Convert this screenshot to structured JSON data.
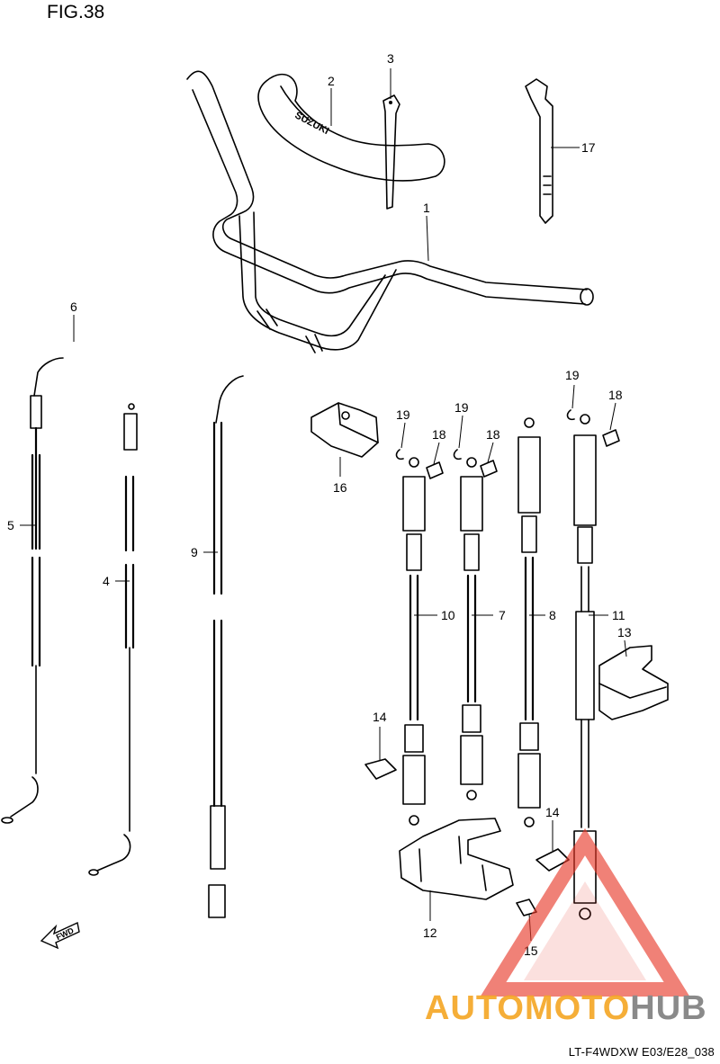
{
  "figure": {
    "title": "FIG.38",
    "code": "LT-F4WDXW E03/E28_038",
    "fwd_label": "FWD",
    "brand_mark": "SUZUKI"
  },
  "callouts": [
    {
      "id": "c1",
      "label": "1"
    },
    {
      "id": "c2",
      "label": "2"
    },
    {
      "id": "c3",
      "label": "3"
    },
    {
      "id": "c4",
      "label": "4"
    },
    {
      "id": "c5",
      "label": "5"
    },
    {
      "id": "c6",
      "label": "6"
    },
    {
      "id": "c7",
      "label": "7"
    },
    {
      "id": "c8",
      "label": "8"
    },
    {
      "id": "c9",
      "label": "9"
    },
    {
      "id": "c10",
      "label": "10"
    },
    {
      "id": "c11",
      "label": "11"
    },
    {
      "id": "c12",
      "label": "12"
    },
    {
      "id": "c13",
      "label": "13"
    },
    {
      "id": "c14a",
      "label": "14"
    },
    {
      "id": "c14b",
      "label": "14"
    },
    {
      "id": "c15",
      "label": "15"
    },
    {
      "id": "c16",
      "label": "16"
    },
    {
      "id": "c17",
      "label": "17"
    },
    {
      "id": "c18a",
      "label": "18"
    },
    {
      "id": "c18b",
      "label": "18"
    },
    {
      "id": "c18c",
      "label": "18"
    },
    {
      "id": "c19a",
      "label": "19"
    },
    {
      "id": "c19b",
      "label": "19"
    },
    {
      "id": "c19c",
      "label": "19"
    }
  ],
  "watermark": {
    "part1": "AUTOMOTO",
    "part2": "HUB",
    "color_orange": "#f5a623",
    "color_red": "#e8392a",
    "color_gray": "#8a8a8a"
  }
}
